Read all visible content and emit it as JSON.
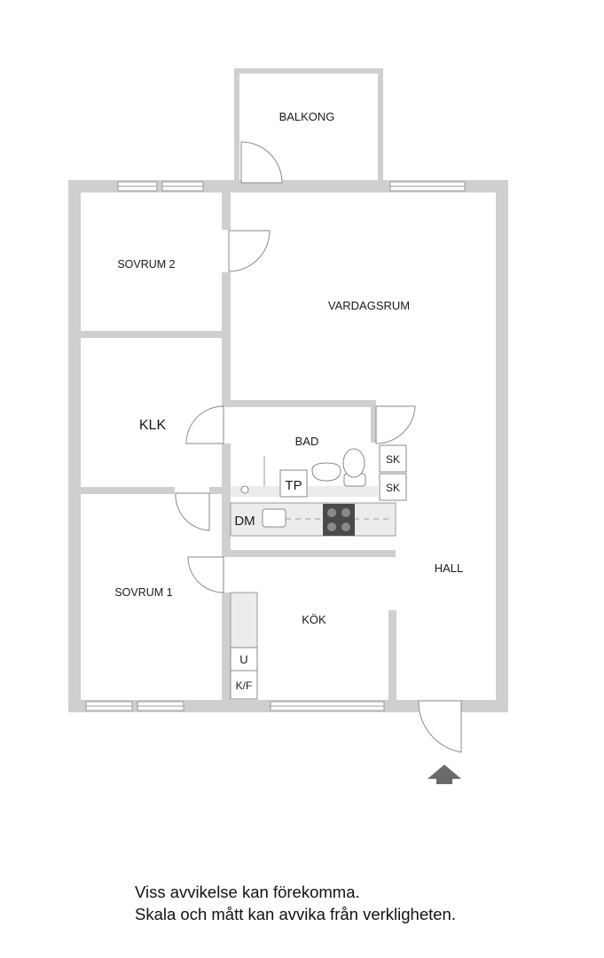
{
  "rooms": {
    "balkong": "BALKONG",
    "sovrum2": "SOVRUM 2",
    "vardagsrum": "VARDAGSRUM",
    "klk": "KLK",
    "bad": "BAD",
    "sovrum1": "SOVRUM 1",
    "kok": "KÖK",
    "hall": "HALL"
  },
  "fixtures": {
    "tp": "TP",
    "sk_top": "SK",
    "sk_bottom": "SK",
    "dm": "DM",
    "u": "U",
    "kf": "K/F"
  },
  "entrance_icon": "entrance-arrow-icon",
  "disclaimer": {
    "line1": "Viss avvikelse kan förekomma.",
    "line2": "Skala och mått kan avvika från verkligheten."
  }
}
